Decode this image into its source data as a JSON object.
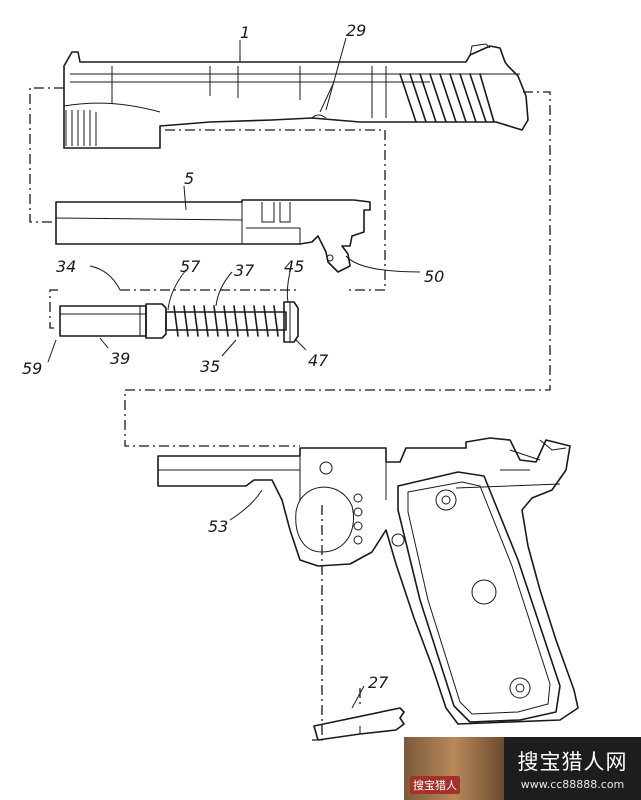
{
  "diagram": {
    "reference_numerals": {
      "slide": "1",
      "slide_stop_notch": "29",
      "barrel": "5",
      "barrel_link": "50",
      "recoil_assembly": "34",
      "spring_guide_front": "57",
      "recoil_spring": "37",
      "spring_washer": "45",
      "plug": "59",
      "guide_rod": "39",
      "spring_coils": "35",
      "guide_head": "47",
      "frame": "53",
      "slide_stop": "27"
    }
  },
  "watermark": {
    "logo_text": "搜宝猎人",
    "title": "搜宝猎人网",
    "url": "www.cc88888.com"
  }
}
